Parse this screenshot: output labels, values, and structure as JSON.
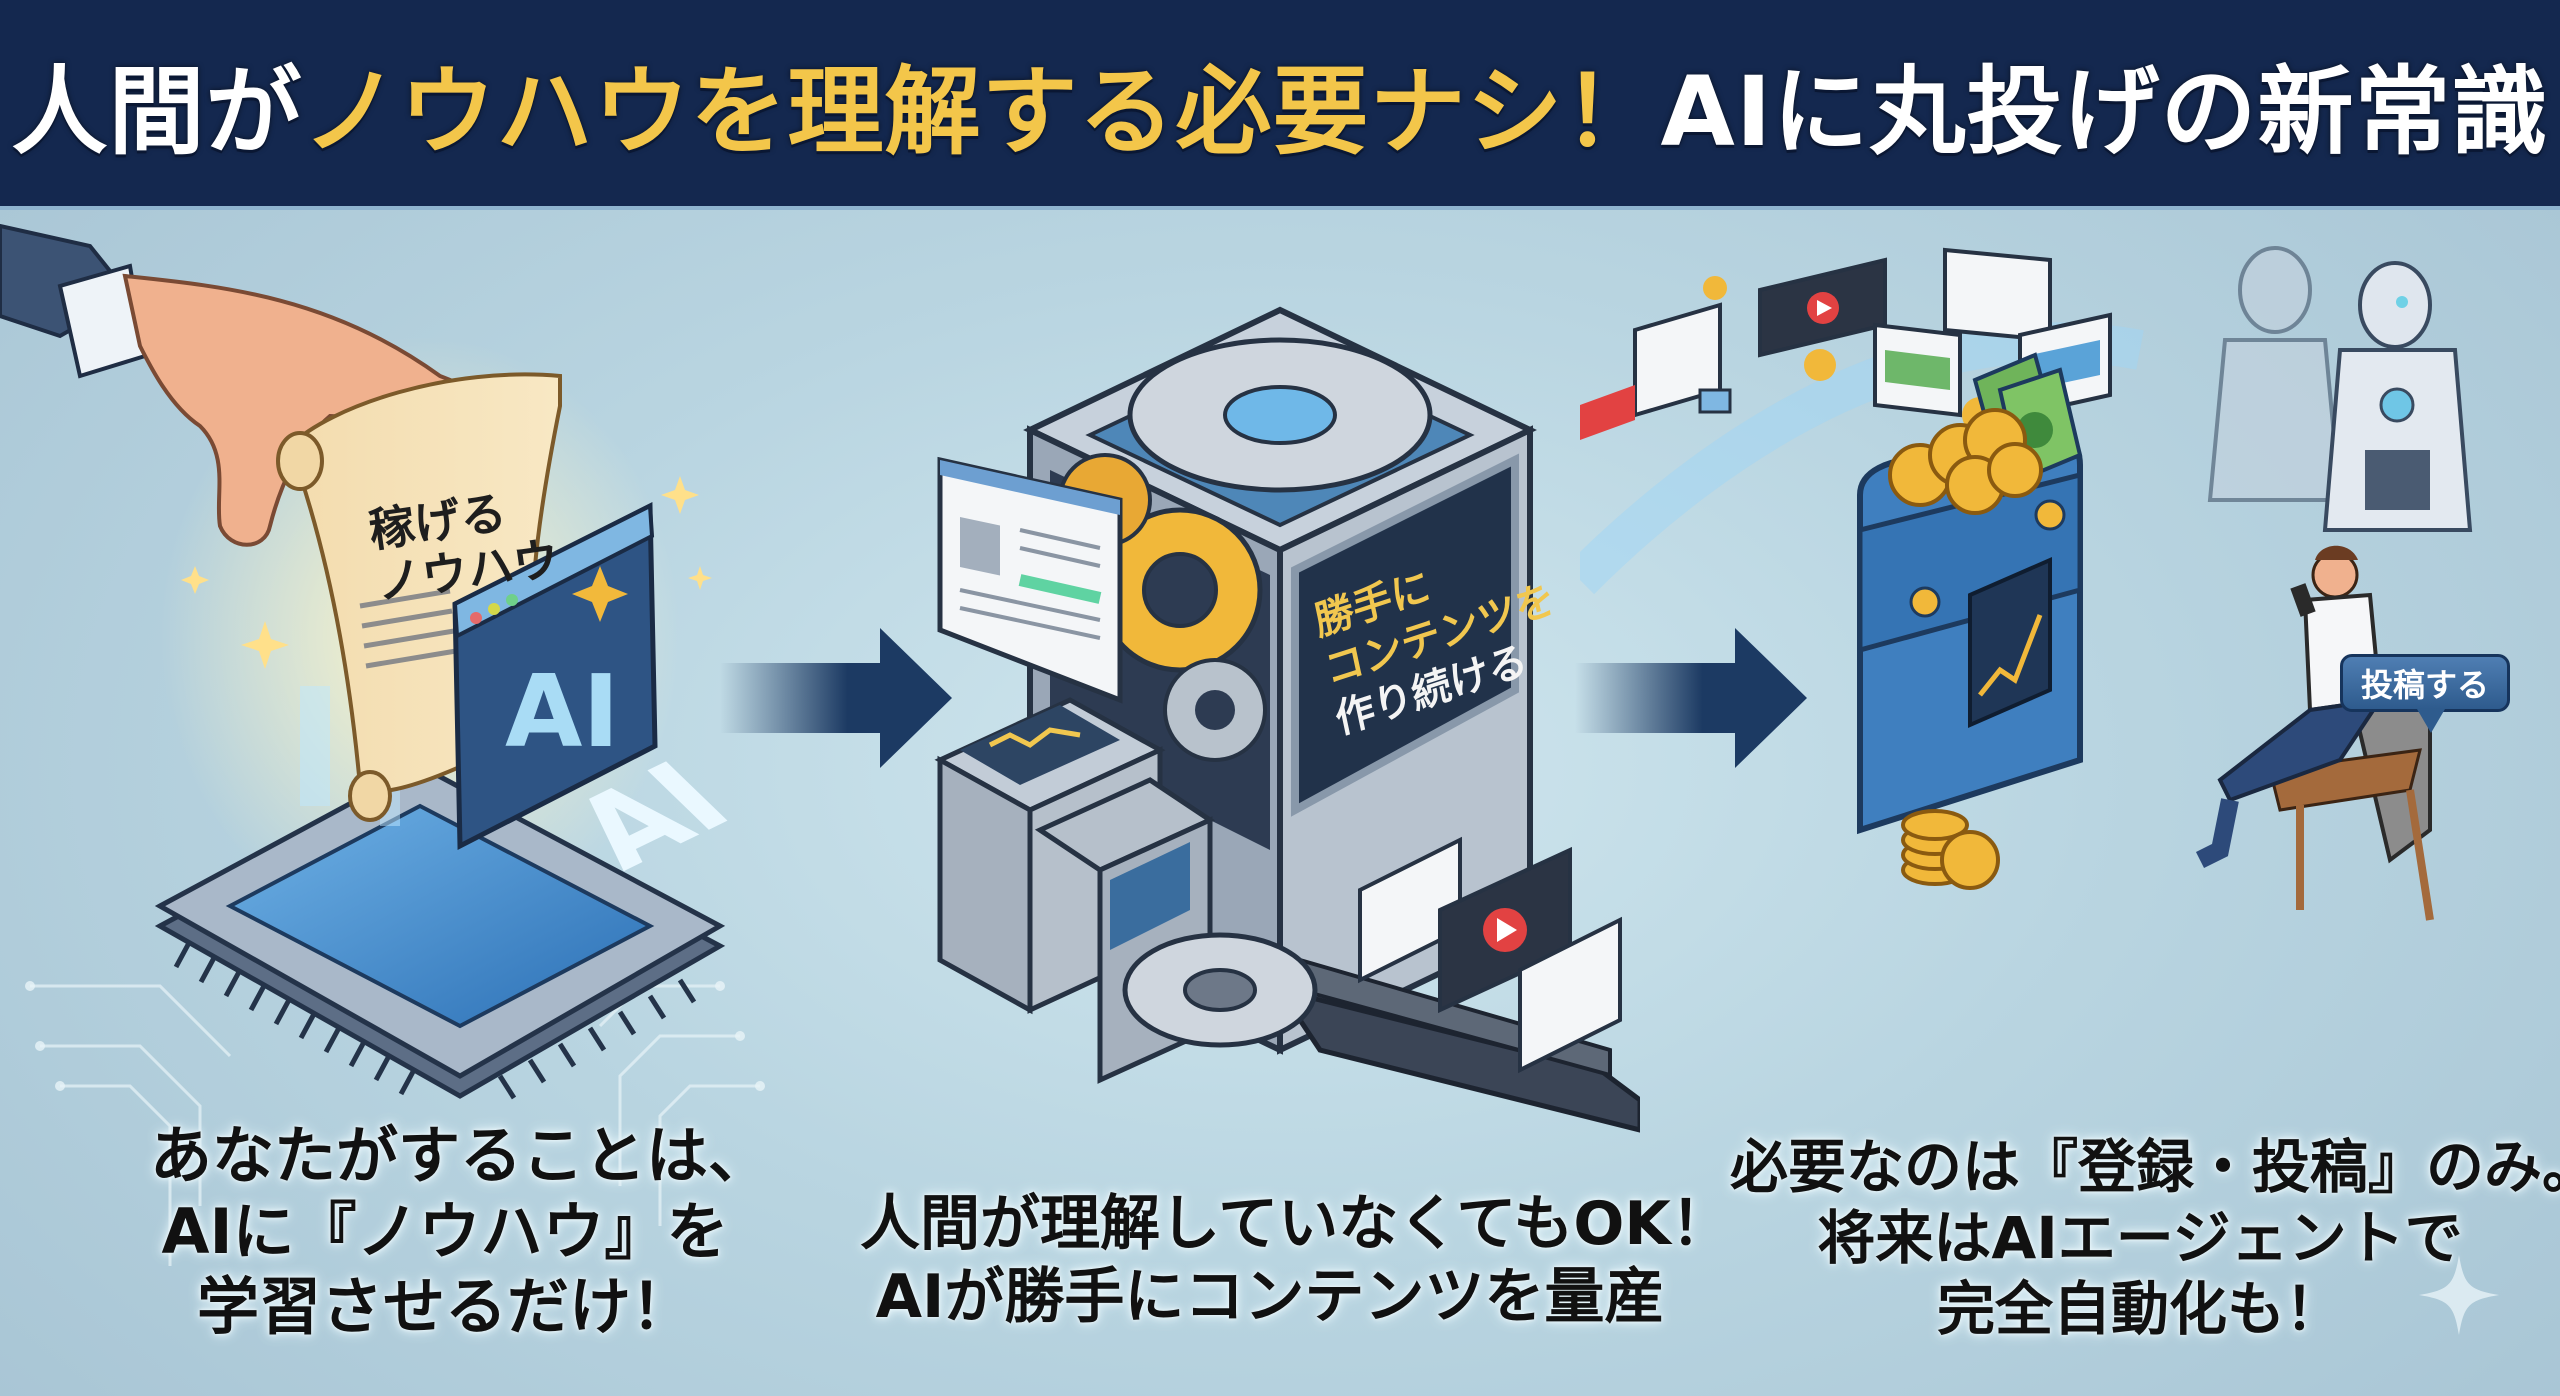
{
  "header": {
    "title_parts": [
      {
        "text": "人間が",
        "color": "white"
      },
      {
        "text": "ノウハウを理解する必要ナシ！",
        "color": "yellow"
      },
      {
        "text": "AIに丸投げの新常識",
        "color": "white"
      }
    ]
  },
  "colors": {
    "header_bg": "#14284f",
    "title_white": "#ffffff",
    "title_yellow": "#f3c64a",
    "background": "#b9d5e1",
    "arrow": "#1c3a63",
    "caption_text": "#111111"
  },
  "steps": [
    {
      "id": "step1",
      "illustration": {
        "scroll_label_lines": [
          "稼げる",
          "ノウハウ"
        ],
        "window_label": "AI",
        "chip_label": "AI",
        "icons": [
          "hand-icon",
          "scroll-icon",
          "ai-window-icon",
          "ai-chip-icon",
          "sparkle-icon"
        ]
      },
      "caption_lines": [
        "あなたがすることは、",
        "AIに『ノウハウ』を",
        "学習させるだけ！"
      ]
    },
    {
      "id": "step2",
      "illustration": {
        "sign_lines": [
          {
            "text": "勝手に",
            "color": "yellow"
          },
          {
            "text": "コンテンツを",
            "color": "yellow"
          },
          {
            "text": "作り続ける",
            "color": "white"
          }
        ],
        "icons": [
          "machine-icon",
          "gear-icon",
          "conveyor-icon",
          "web-page-icon",
          "video-icon",
          "chart-monitor-icon"
        ]
      },
      "caption_lines": [
        "人間が理解していなくてもOK！",
        "AIが勝手にコンテンツを量産"
      ]
    },
    {
      "id": "step3",
      "illustration": {
        "speech_bubble": "投稿する",
        "icons": [
          "wallet-icon",
          "coin-icon",
          "banknote-icon",
          "growth-chart-icon",
          "robot-icon",
          "person-on-chair-icon",
          "video-icon",
          "image-post-icon",
          "mail-icon"
        ]
      },
      "caption_lines": [
        "必要なのは『登録・投稿』のみ。",
        "将来はAIエージェントで",
        "完全自動化も！"
      ]
    }
  ],
  "arrows": [
    "arrow-step1-to-step2",
    "arrow-step2-to-step3"
  ]
}
